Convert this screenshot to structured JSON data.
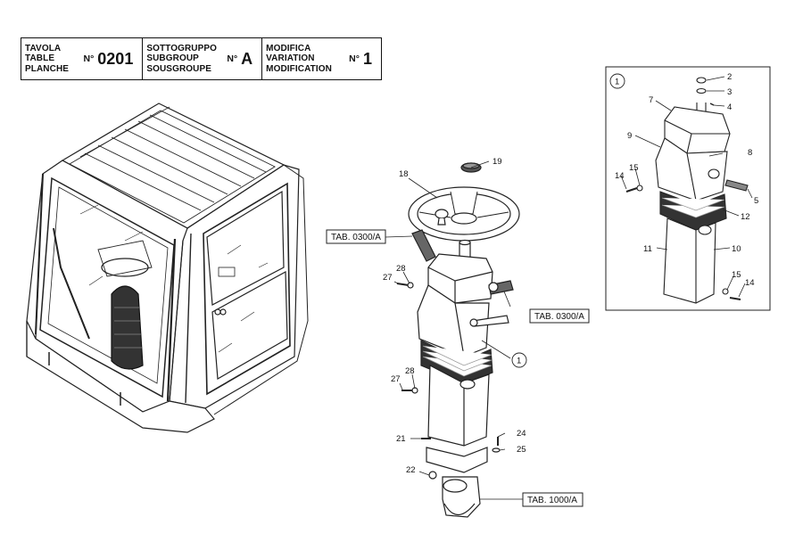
{
  "title_block": {
    "col1": {
      "words": [
        "TAVOLA",
        "TABLE",
        "PLANCHE"
      ],
      "no": "N°",
      "value": "0201"
    },
    "col2": {
      "words": [
        "SOTTOGRUPPO",
        "SUBGROUP",
        "SOUSGROUPE"
      ],
      "no": "N°",
      "value": "A"
    },
    "col3": {
      "words": [
        "MODIFICA",
        "VARIATION",
        "MODIFICATION"
      ],
      "no": "N°",
      "value": "1"
    }
  },
  "refs": {
    "tab1": "TAB. 0300/A",
    "tab2": "TAB. 0300/A",
    "tab3": "TAB. 1000/A"
  },
  "main_callouts": [
    "19",
    "18",
    "28",
    "27",
    "1",
    "28",
    "27",
    "21",
    "24",
    "25",
    "22"
  ],
  "detail": {
    "circle": "1",
    "callouts": [
      "2",
      "3",
      "4",
      "7",
      "8",
      "9",
      "15",
      "14",
      "5",
      "12",
      "11",
      "10",
      "15",
      "14"
    ]
  }
}
